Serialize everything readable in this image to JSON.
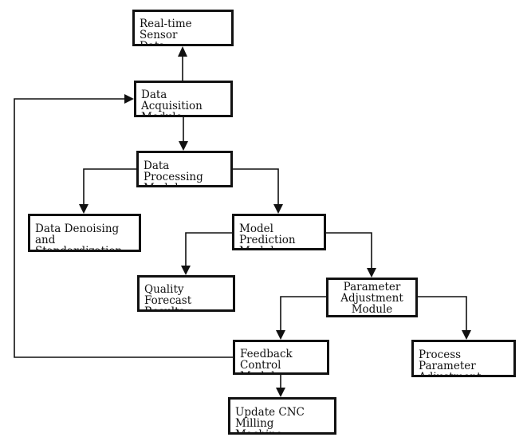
{
  "diagram": {
    "nodes": {
      "sensor": "Real-time Sensor\nData",
      "acquisition": "Data Acquisition\nModule",
      "processing": "Data Processing\nModule",
      "denoising": "Data Denoising and\nStandardization",
      "prediction": "Model Prediction\nModule",
      "quality": "Quality Forecast\nResults",
      "parameter": "Parameter\nAdjustment\nModule",
      "feedback": "Feedback Control\nModule",
      "process": "Process Parameter\nAdjustment",
      "update": "Update CNC Milling\nMachine Settings"
    }
  }
}
